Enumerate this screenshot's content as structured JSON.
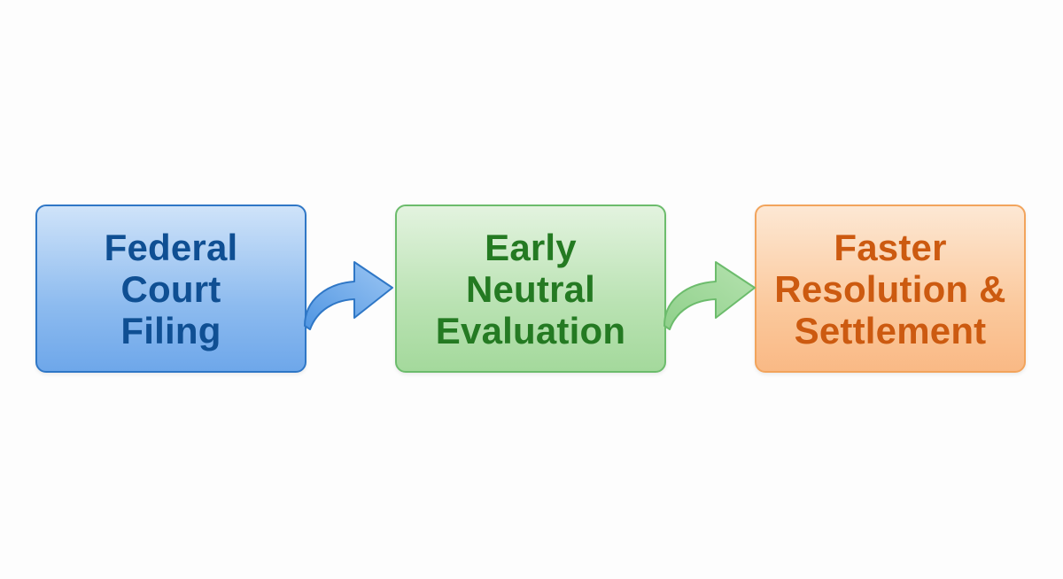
{
  "diagram": {
    "steps": [
      {
        "label": "Federal\nCourt\nFiling"
      },
      {
        "label": "Early\nNeutral\nEvaluation"
      },
      {
        "label": "Faster\nResolution &\nSettlement"
      }
    ],
    "colors": {
      "step_1_text": "#0f4f93",
      "step_1_border": "#2f77c6",
      "step_2_text": "#247a22",
      "step_2_border": "#6cbc6c",
      "step_3_text": "#cc5a10",
      "step_3_border": "#f2a45c"
    }
  }
}
